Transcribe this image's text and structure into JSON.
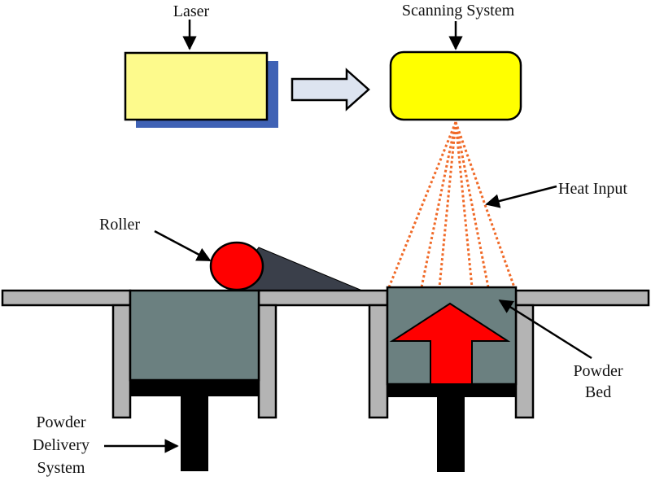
{
  "diagram": {
    "title": "Powder bed fusion process schematic",
    "labels": {
      "laser": "Laser",
      "scanning_system": "Scanning System",
      "heat_input": "Heat Input",
      "roller": "Roller",
      "powder_bed_line1": "Powder",
      "powder_bed_line2": "Bed",
      "powder_delivery_line1": "Powder",
      "powder_delivery_line2": "Delivery",
      "powder_delivery_line3": "System"
    },
    "colors": {
      "laser_box": "#fdfa8c",
      "laser_shadow": "#3f62b5",
      "scanner_box": "#ffff00",
      "transfer_arrow": "#dde4f0",
      "beam": "#f06a28",
      "powder": "#6b8080",
      "platform": "#b4b4b4",
      "piston": "#000000",
      "roller": "#ff0000",
      "roller_trail": "#3a3f4a",
      "build_arrow": "#ff0000"
    },
    "beam_count": 6
  }
}
